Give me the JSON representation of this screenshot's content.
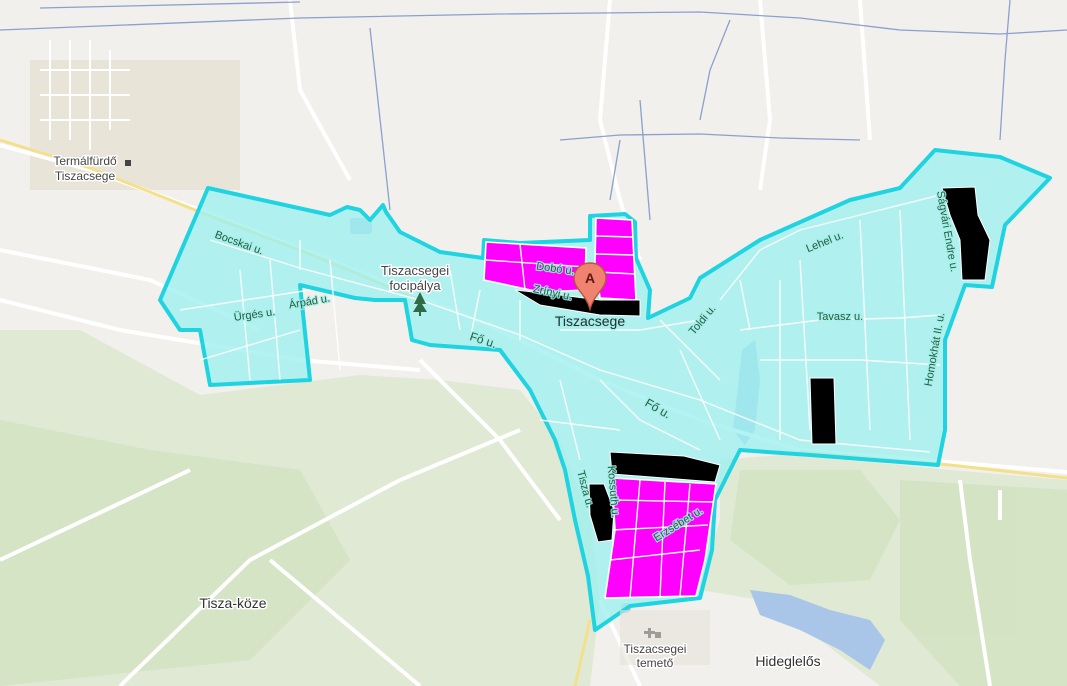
{
  "map": {
    "marker_letter": "A",
    "places": {
      "termalfurdo_line1": "Termálfürdő",
      "termalfurdo_line2": "Tiszacsege",
      "focipalya_line1": "Tiszacsegei",
      "focipalya_line2": "focipálya",
      "town": "Tiszacsege",
      "tisza_koze": "Tisza-köze",
      "temeto_line1": "Tiszacsegei",
      "temeto_line2": "temető",
      "hideglelos": "Hideglelős"
    },
    "streets": {
      "bocskai": "Bocskai u.",
      "urges": "Ürgés u.",
      "arpad": "Árpád u.",
      "fo1": "Fő u.",
      "fo2": "Fő u.",
      "dobo": "Dobó u.",
      "zrinyi": "Zrínyi u.",
      "toldi": "Toldi u.",
      "lehel": "Lehel u.",
      "tavasz": "Tavasz u.",
      "homokhat": "Homokhát II. u.",
      "sagvari": "Ságvári Endre u.",
      "tisza": "Tisza u.",
      "kossuth": "Kossuth u.",
      "erzsebet": "Erzsébet u."
    },
    "colors": {
      "boundary_fill": "#9ef0ee",
      "boundary_stroke": "#1fd3e0",
      "magenta_parcels": "#ff00ff",
      "black_parcels": "#000000",
      "forest": "#d9e8c8",
      "water": "#a8c4e6"
    }
  }
}
